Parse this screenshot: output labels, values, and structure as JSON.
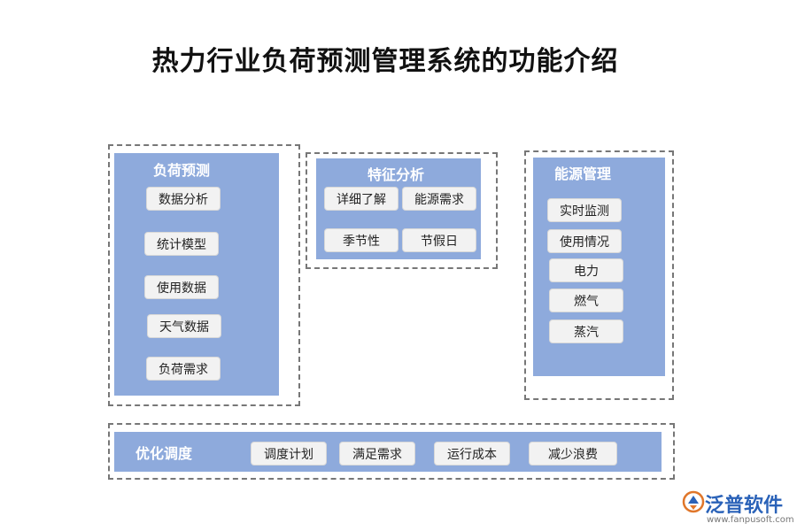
{
  "title": "热力行业负荷预测管理系统的功能介绍",
  "sections": {
    "load_forecast": {
      "title": "负荷预测",
      "items": [
        "数据分析",
        "统计模型",
        "使用数据",
        "天气数据",
        "负荷需求"
      ]
    },
    "feature_analysis": {
      "title": "特征分析",
      "items": [
        "详细了解",
        "能源需求",
        "季节性",
        "节假日"
      ]
    },
    "energy_management": {
      "title": "能源管理",
      "items": [
        "实时监测",
        "使用情况",
        "电力",
        "燃气",
        "蒸汽"
      ]
    },
    "optimization": {
      "title": "优化调度",
      "items": [
        "调度计划",
        "满足需求",
        "运行成本",
        "减少浪费"
      ]
    }
  },
  "logo": {
    "name": "泛普软件",
    "url": "www.fanpusoft.com"
  },
  "colors": {
    "panel": "#8eaadc",
    "chip": "#f2f2f2",
    "brand": "#2a62b8"
  }
}
